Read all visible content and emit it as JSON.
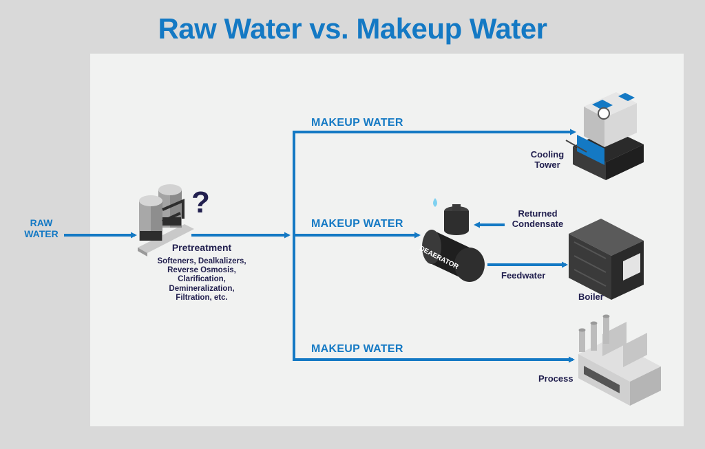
{
  "title": "Raw Water vs. Makeup Water",
  "colors": {
    "title": "#1479c4",
    "flow": "#1479c4",
    "text_dark": "#22204f",
    "panel": "#f1f2f1",
    "background": "#d9d9d9"
  },
  "input": {
    "label_line1": "RAW",
    "label_line2": "WATER"
  },
  "pretreatment": {
    "question_mark": "?",
    "title": "Pretreatment",
    "methods": [
      "Softeners, Dealkalizers,",
      "Reverse Osmosis,",
      "Clarification,",
      "Demineralization,",
      "Filtration, etc."
    ]
  },
  "branches": {
    "top_label": "MAKEUP WATER",
    "middle_label": "MAKEUP WATER",
    "bottom_label": "MAKEUP WATER"
  },
  "deaerator": {
    "label": "DEAERATOR"
  },
  "returned_condensate": {
    "line1": "Returned",
    "line2": "Condensate"
  },
  "feedwater": "Feedwater",
  "destinations": {
    "cooling_tower": {
      "line1": "Cooling",
      "line2": "Tower"
    },
    "boiler": "Boiler",
    "process": "Process"
  }
}
